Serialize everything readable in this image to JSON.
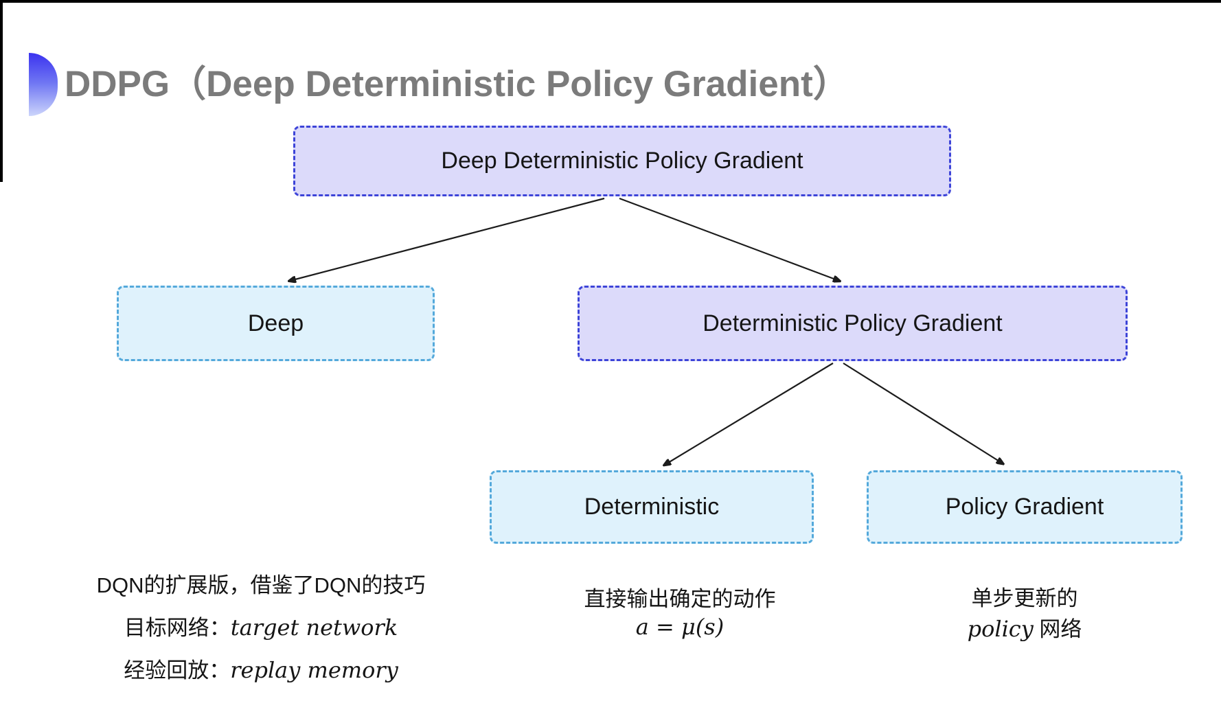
{
  "slide": {
    "title": "DDPG（Deep Deterministic Policy Gradient）"
  },
  "tree": {
    "root": "Deep Deterministic Policy Gradient",
    "deep": "Deep",
    "dpg": "Deterministic Policy Gradient",
    "deterministic": "Deterministic",
    "policy_gradient": "Policy Gradient"
  },
  "notes": {
    "deep": {
      "line1": "DQN的扩展版，借鉴了DQN的技巧",
      "target_label": "目标网络：",
      "target_value": "target network",
      "replay_label": "经验回放：",
      "replay_value": "replay memory"
    },
    "deterministic": {
      "line1": "直接输出确定的动作",
      "formula": "a = μ(s)"
    },
    "policy_gradient": {
      "line1": "单步更新的",
      "network_italic": "policy",
      "network_rest": " 网络"
    }
  },
  "colors": {
    "lavender_fill": "#dcdafa",
    "lavender_border": "#3d44d8",
    "cyan_fill": "#dff2fc",
    "cyan_border": "#54a9db",
    "title_gray": "#7b7b7b",
    "text_black": "#151515",
    "arrow_black": "#1c1c1c",
    "frame_black": "#000000",
    "accent_top": "#3b33ef",
    "accent_bottom": "#ccd5fb"
  }
}
